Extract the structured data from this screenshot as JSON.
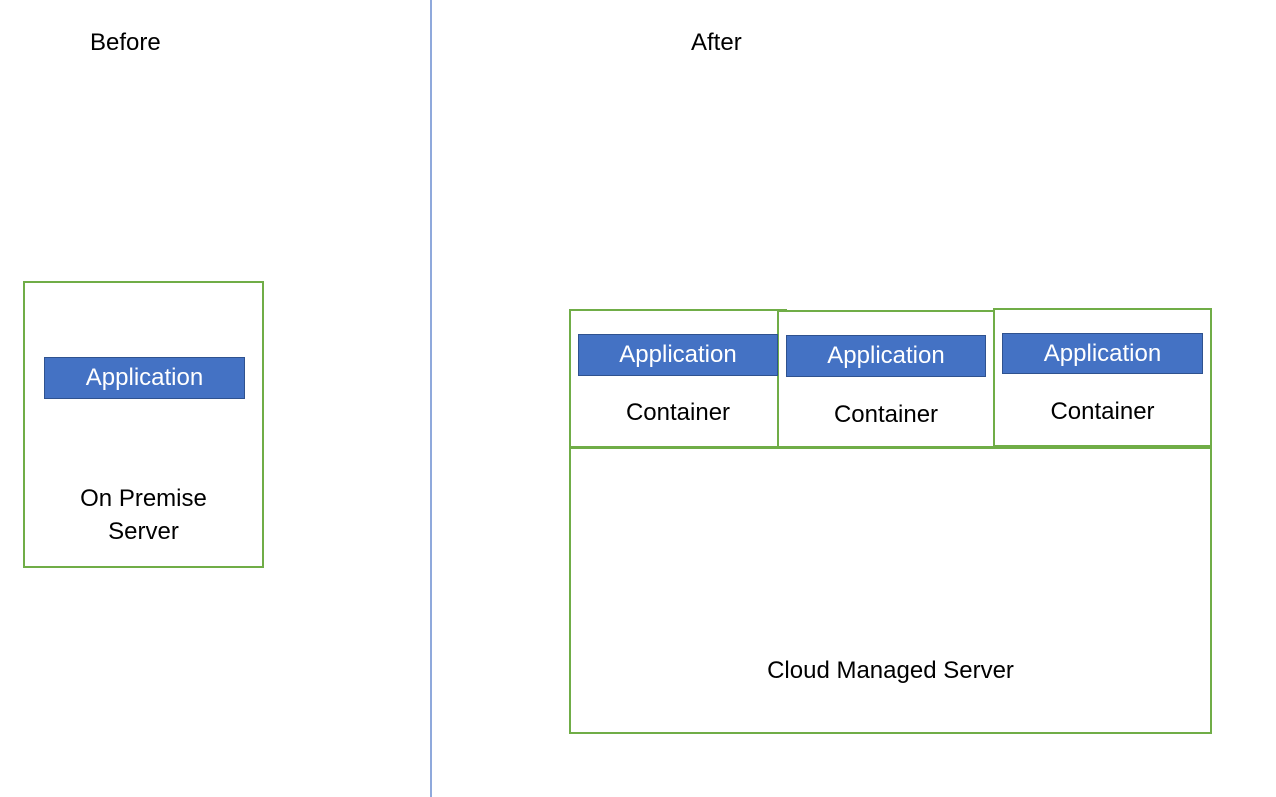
{
  "before": {
    "heading": "Before",
    "server": {
      "application_label": "Application",
      "label_line1": "On Premise",
      "label_line2": "Server"
    }
  },
  "after": {
    "heading": "After",
    "containers": [
      {
        "application_label": "Application",
        "label": "Container"
      },
      {
        "application_label": "Application",
        "label": "Container"
      },
      {
        "application_label": "Application",
        "label": "Container"
      }
    ],
    "cloud_server_label": "Cloud Managed Server"
  },
  "colors": {
    "box_border": "#70ad47",
    "application_fill": "#4472c4",
    "application_border": "#2f528f",
    "application_text": "#ffffff",
    "divider": "#8fa9dc"
  }
}
